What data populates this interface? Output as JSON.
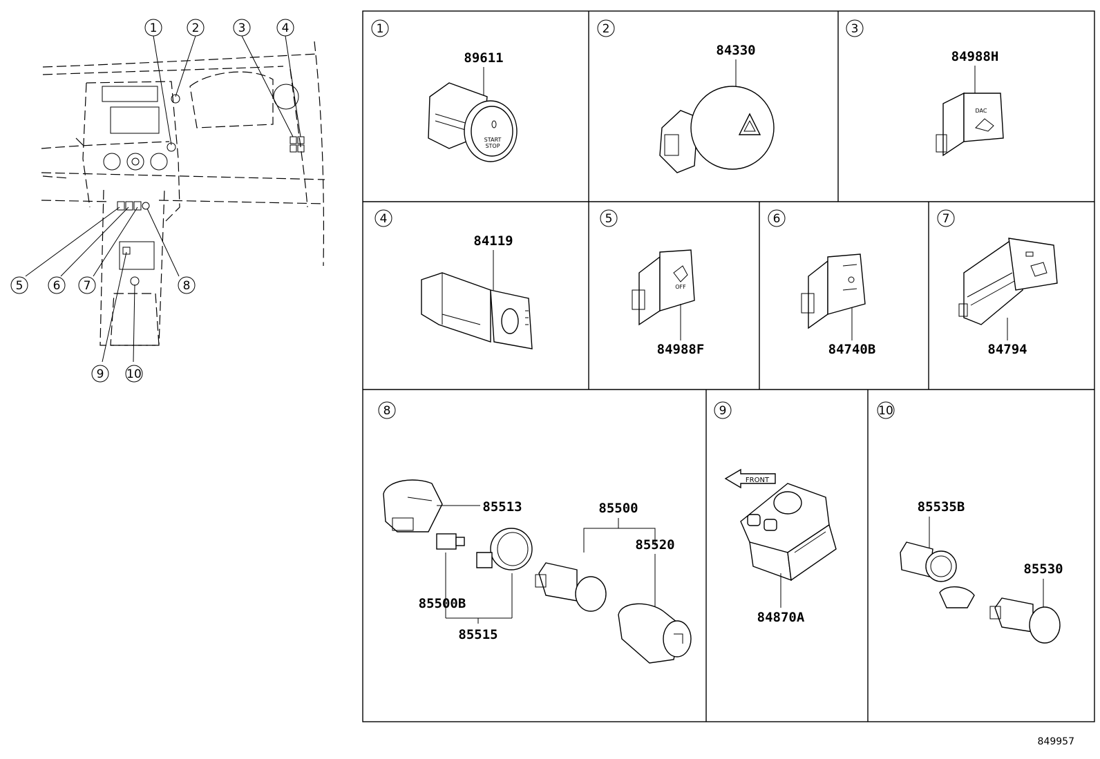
{
  "overview": {
    "callouts": [
      "1",
      "2",
      "3",
      "4",
      "5",
      "6",
      "7",
      "8",
      "9",
      "10"
    ]
  },
  "panels": [
    {
      "index": "1",
      "parts": [
        "89611"
      ],
      "switch_text": [
        "START",
        "STOP"
      ]
    },
    {
      "index": "2",
      "parts": [
        "84330"
      ]
    },
    {
      "index": "3",
      "parts": [
        "84988H"
      ],
      "switch_text": [
        "DAC"
      ]
    },
    {
      "index": "4",
      "parts": [
        "84119"
      ]
    },
    {
      "index": "5",
      "parts": [
        "84988F"
      ],
      "switch_text": [
        "OFF"
      ]
    },
    {
      "index": "6",
      "parts": [
        "84740B"
      ]
    },
    {
      "index": "7",
      "parts": [
        "84794"
      ]
    },
    {
      "index": "8",
      "parts": [
        "85513",
        "85500",
        "85520",
        "85500B",
        "85515"
      ]
    },
    {
      "index": "9",
      "parts": [
        "84870A"
      ],
      "arrow_label": "FRONT"
    },
    {
      "index": "10",
      "parts": [
        "85535B",
        "85530"
      ]
    }
  ],
  "diagram_id": "849957",
  "colors": {
    "line": "#000000",
    "background": "#ffffff"
  }
}
